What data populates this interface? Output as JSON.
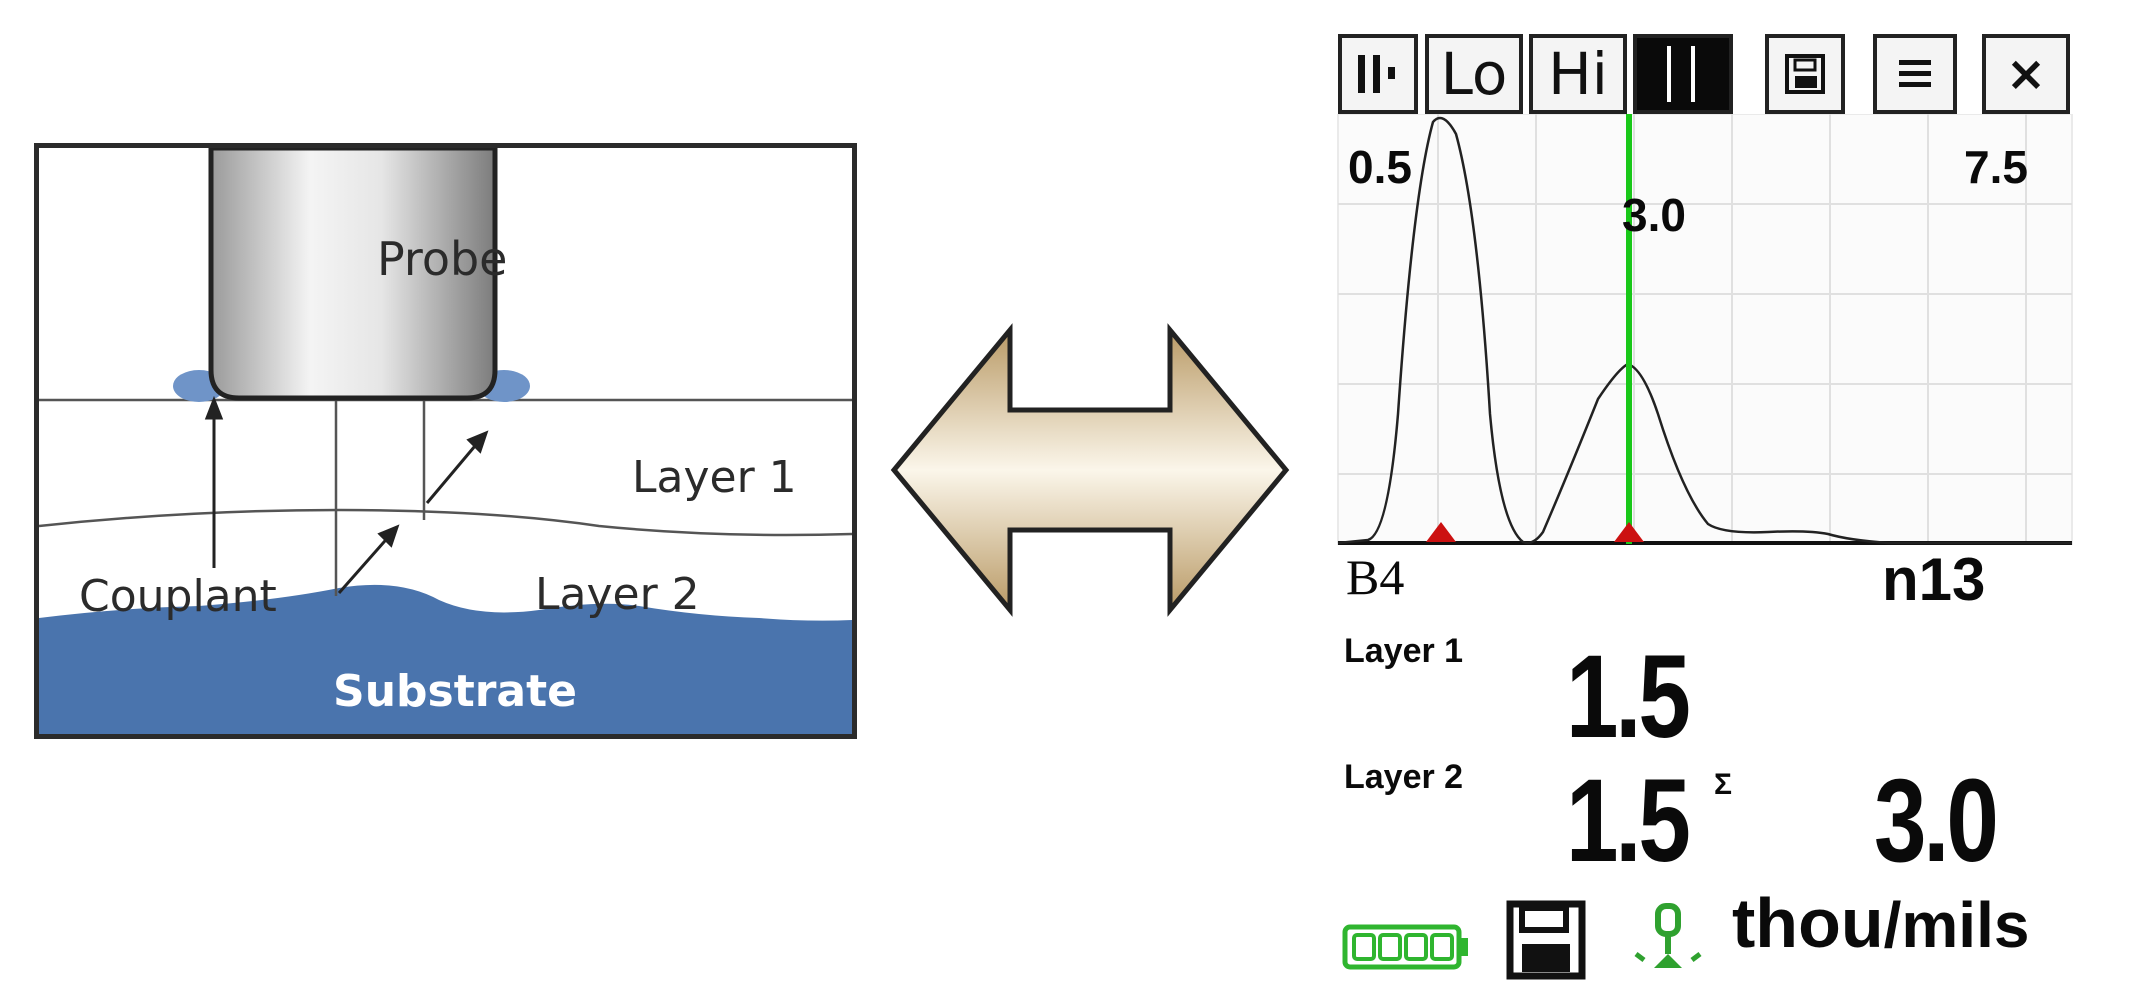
{
  "diagram": {
    "probe_label": "Probe",
    "layer1_label": "Layer 1",
    "layer2_label": "Layer 2",
    "couplant_label": "Couplant",
    "substrate_label": "Substrate",
    "colors": {
      "probe_light": "#f2f2f2",
      "probe_dark": "#8c8c8c",
      "couplant": "#6f94c8",
      "substrate": "#4a74ad",
      "arrow_gold": "#d3b88c"
    }
  },
  "gauge": {
    "toolbar": {
      "bars_icon": "peak-bars-icon",
      "lo_label": "Lo",
      "hi_label": "Hi",
      "solid_icon": "solid-block-icon",
      "save_icon": "save-screen-icon",
      "menu_icon": "menu-icon",
      "close_label": "×"
    },
    "plot": {
      "left_label": "0.5",
      "right_label": "7.5",
      "cursor_label": "3.0",
      "cursor_color": "#19c819",
      "marker_color": "#cc1111"
    },
    "block_label": "B4",
    "count_label": "n13",
    "layers": [
      {
        "name": "Layer 1",
        "value": "1.5"
      },
      {
        "name": "Layer 2",
        "value": "1.5"
      }
    ],
    "sum_symbol": "Σ",
    "total_value": "3.0",
    "status": {
      "battery_icon": "battery-icon",
      "battery_color": "#2fb52f",
      "save_icon": "floppy-disk-icon",
      "probe_icon": "probe-connected-icon",
      "probe_color": "#2fa12f",
      "units_main": "thou",
      "units_sub": "/mils"
    }
  }
}
